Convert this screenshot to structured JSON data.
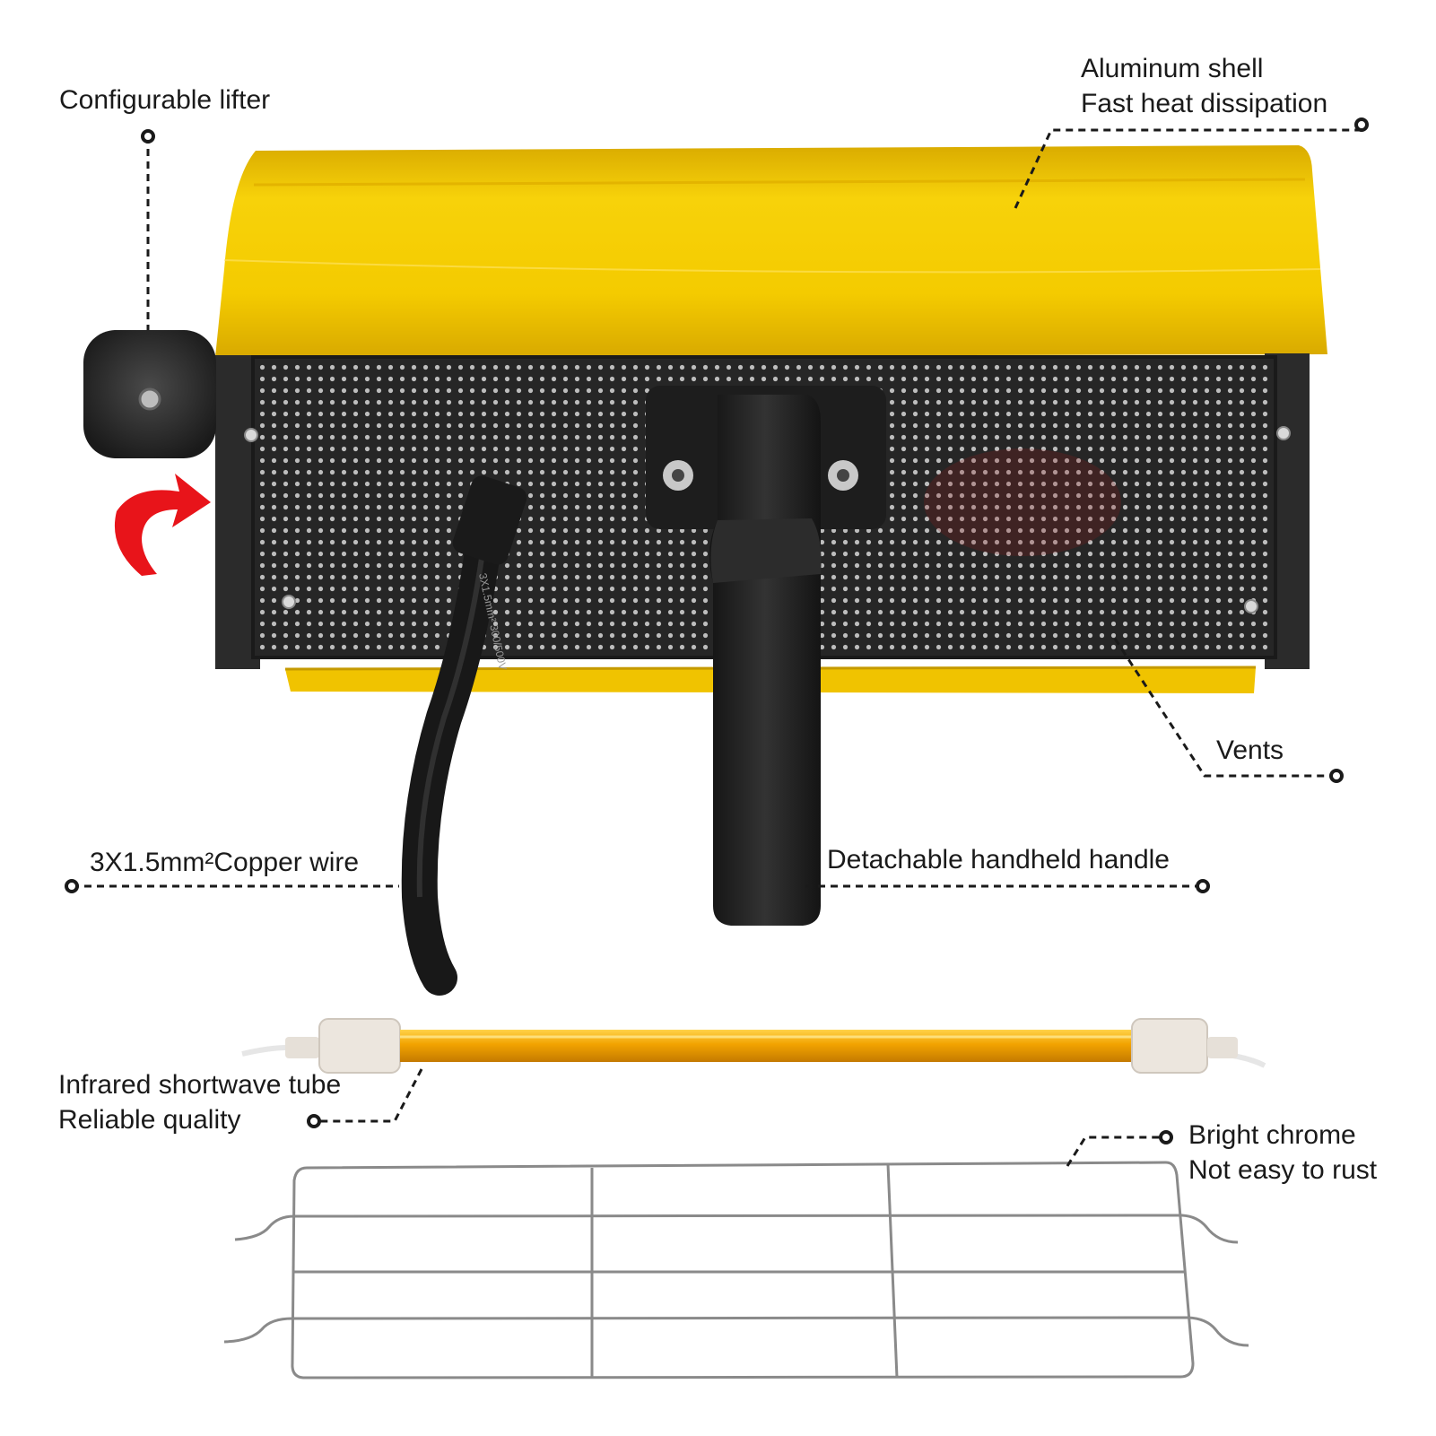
{
  "labels": {
    "lifter": "Configurable lifter",
    "shell_line1": "Aluminum shell",
    "shell_line2": "Fast heat dissipation",
    "vents": "Vents",
    "wire": "3X1.5mm²Copper wire",
    "handle": "Detachable handheld handle",
    "tube_line1": "Infrared shortwave tube",
    "tube_line2": "Reliable quality",
    "grill_line1": "Bright chrome",
    "grill_line2": "Not easy to rust"
  },
  "cable_print": "3X1.5mm² 300/500V",
  "colors": {
    "housing_yellow": "#f2c800",
    "housing_shadow": "#c99f00",
    "mesh_dark": "#2a2a2a",
    "handle_black": "#1e1e1e",
    "tube_gold": "#e8a000",
    "arrow_red": "#e8141a",
    "chrome_wire": "#8a8a8a"
  }
}
